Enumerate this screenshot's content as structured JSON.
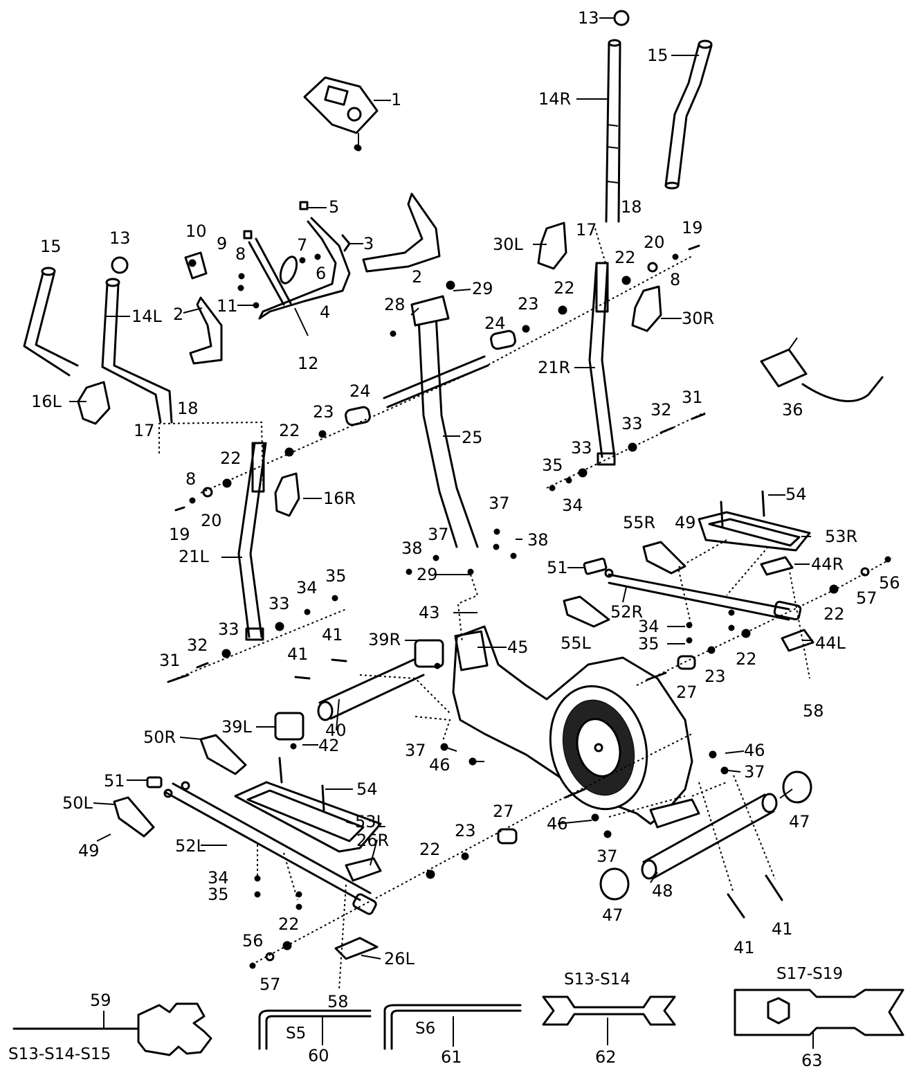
{
  "part_labels": {
    "p1": "1",
    "p2a": "2",
    "p2b": "2",
    "p3": "3",
    "p4": "4",
    "p5": "5",
    "p6": "6",
    "p7": "7",
    "p8a": "8",
    "p8b": "8",
    "p8c": "8",
    "p9": "9",
    "p10": "10",
    "p11": "11",
    "p12": "12",
    "p13a": "13",
    "p13b": "13",
    "p14L": "14L",
    "p14R": "14R",
    "p15a": "15",
    "p15b": "15",
    "p16L": "16L",
    "p16R": "16R",
    "p17a": "17",
    "p17b": "17",
    "p18a": "18",
    "p18b": "18",
    "p19a": "19",
    "p19b": "19",
    "p20a": "20",
    "p20b": "20",
    "p21L": "21L",
    "p21R": "21R",
    "p22a": "22",
    "p22b": "22",
    "p22c": "22",
    "p22d": "22",
    "p22e": "22",
    "p22f": "22",
    "p22g": "22",
    "p23a": "23",
    "p23b": "23",
    "p23c": "23",
    "p23d": "23",
    "p24a": "24",
    "p24b": "24",
    "p25": "25",
    "p26L": "26L",
    "p26R": "26R",
    "p27a": "27",
    "p27b": "27",
    "p28": "28",
    "p29a": "29",
    "p29b": "29",
    "p30L": "30L",
    "p30R": "30R",
    "p31a": "31",
    "p31b": "31",
    "p32a": "32",
    "p32b": "32",
    "p33a": "33",
    "p33b": "33",
    "p33c": "33",
    "p33d": "33",
    "p34a": "34",
    "p34b": "34",
    "p34c": "34",
    "p34d": "34",
    "p35a": "35",
    "p35b": "35",
    "p35c": "35",
    "p35d": "35",
    "p36": "36",
    "p37a": "37",
    "p37b": "37",
    "p37c": "37",
    "p37d": "37",
    "p37e": "37",
    "p38a": "38",
    "p38b": "38",
    "p39L": "39L",
    "p39R": "39R",
    "p40": "40",
    "p41a": "41",
    "p41b": "41",
    "p41c": "41",
    "p41d": "41",
    "p42": "42",
    "p43": "43",
    "p44L": "44L",
    "p44R": "44R",
    "p45": "45",
    "p46a": "46",
    "p46b": "46",
    "p46c": "46",
    "p47a": "47",
    "p47b": "47",
    "p48": "48",
    "p49a": "49",
    "p49b": "49",
    "p50L": "50L",
    "p50R": "50R",
    "p51a": "51",
    "p51b": "51",
    "p52L": "52L",
    "p52R": "52R",
    "p53L": "53L",
    "p53R": "53R",
    "p54a": "54",
    "p54b": "54",
    "p55L": "55L",
    "p55R": "55R",
    "p56a": "56",
    "p56b": "56",
    "p57a": "57",
    "p57b": "57",
    "p58a": "58",
    "p58b": "58",
    "p59": "59",
    "p60": "60",
    "p61": "61",
    "p62": "62",
    "p63": "63"
  },
  "tool_labels": {
    "wrench_multi": "S13-S14-S15",
    "hex_s5": "S5",
    "hex_s6": "S6",
    "wrench_13_14": "S13-S14",
    "wrench_17_19": "S17-S19"
  },
  "icons": [
    "console-icon",
    "handlebar-icon",
    "pedal-icon",
    "flywheel-icon",
    "adapter-icon",
    "wrench-icon",
    "hex-key-icon"
  ]
}
